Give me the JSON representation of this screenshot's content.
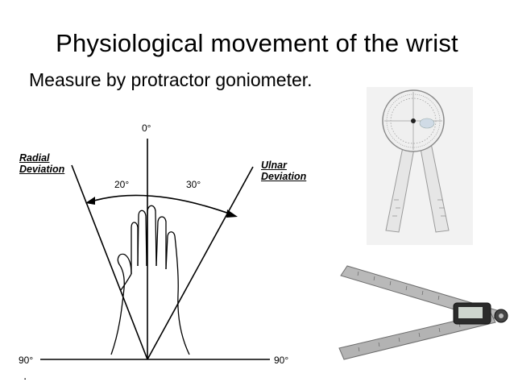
{
  "slide": {
    "title": "Physiological movement of the wrist",
    "subtitle": "Measure by protractor goniometer."
  },
  "diagram": {
    "top_angle": "0°",
    "left_angle": "20°",
    "right_angle": "30°",
    "left_horizontal": "90°",
    "right_horizontal": "90°",
    "radial_label_line1": "Radial",
    "radial_label_line2": "Deviation",
    "ulnar_label_line1": "Ulnar",
    "ulnar_label_line2": "Deviation"
  },
  "colors": {
    "background": "#ffffff",
    "ink": "#000000",
    "metal": "#8f8f8f",
    "plastic": "#dcdcdc"
  }
}
